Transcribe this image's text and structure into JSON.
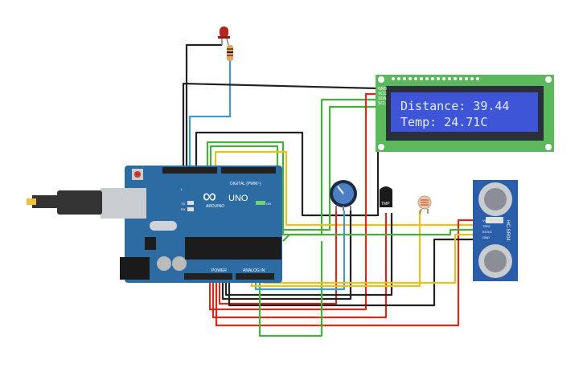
{
  "lcd": {
    "line1": "Distance: 39.44",
    "line2": "Temp: 24.71C",
    "pins": [
      "GND",
      "VCC",
      "SDA",
      "SCL"
    ]
  },
  "arduino": {
    "logo_symbol": "∞",
    "model": "UNO",
    "brand": "ARDUINO",
    "digital_label": "DIGITAL (PWM~)",
    "power_label": "POWER",
    "analog_label": "ANALOG IN",
    "on_label": "ON",
    "tx_label": "TX",
    "rx_label": "RX",
    "l_label": "L"
  },
  "sensors": {
    "temp_label": "TMP",
    "ultrasonic_label": "HC-SR04",
    "ultrasonic_pins": [
      "VCC",
      "TRIG",
      "ECHO",
      "GND"
    ]
  },
  "colors": {
    "board": "#2d6ba3",
    "lcd_pcb": "#5cb85c",
    "lcd_screen": "#3d55d6",
    "lcd_text": "#e6ecff",
    "wire_red": "#d42b1e",
    "wire_black": "#222222",
    "wire_green": "#46b13a",
    "wire_yellow": "#e8c21a",
    "wire_blue": "#3d9bd4"
  }
}
